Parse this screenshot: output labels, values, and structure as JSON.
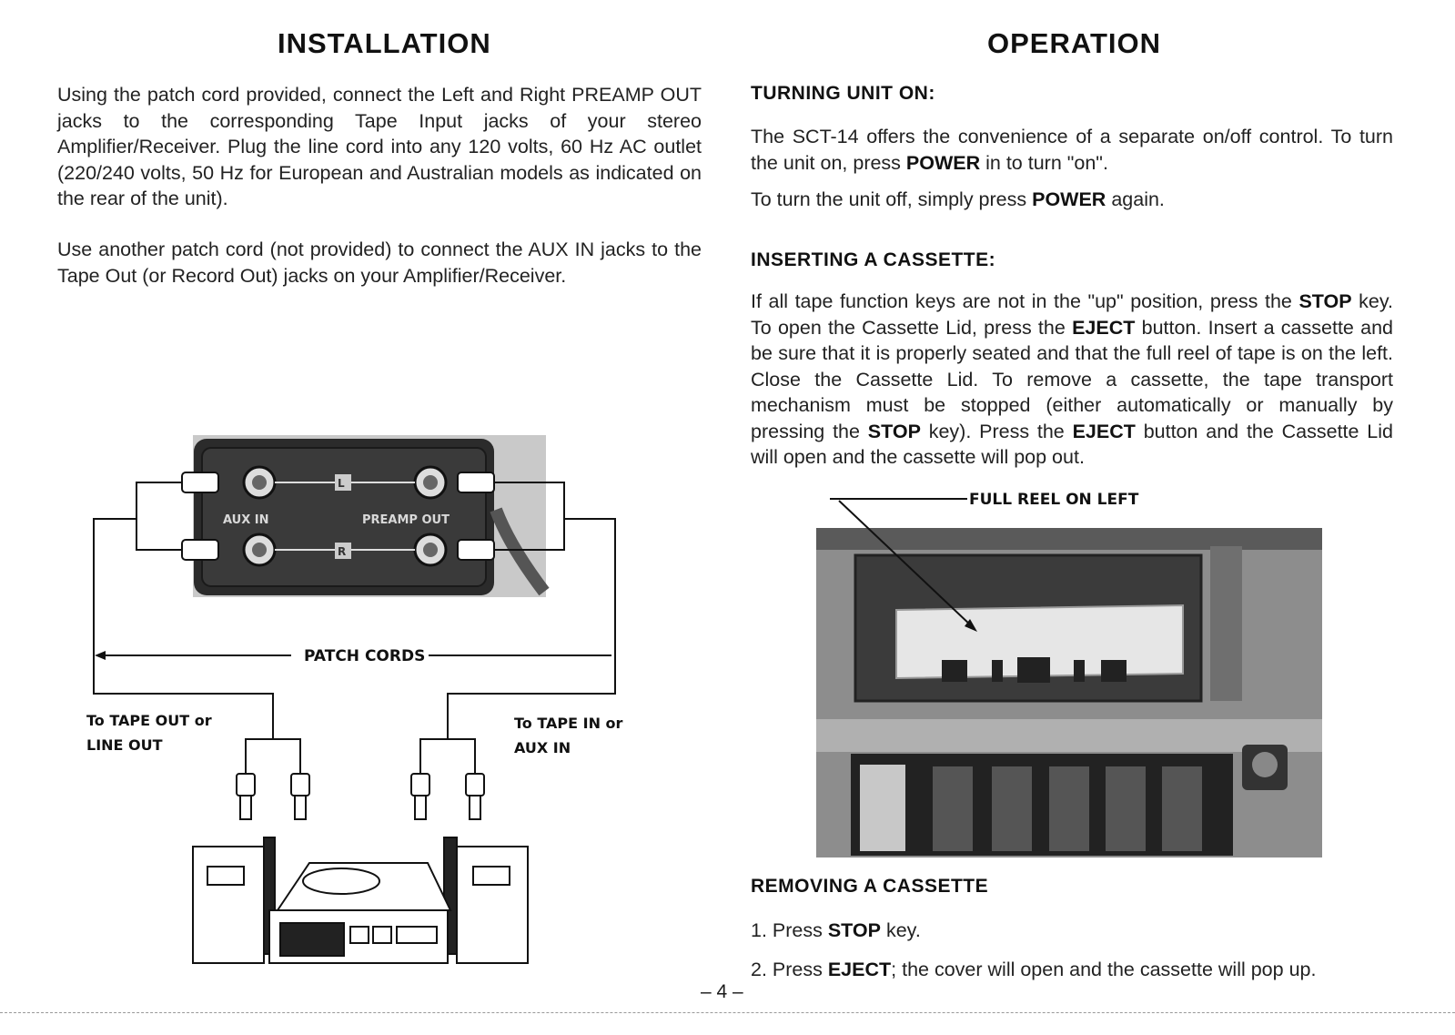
{
  "installation": {
    "title": "INSTALLATION",
    "para1": "Using the patch cord provided, connect the Left and Right PREAMP OUT jacks to the corresponding Tape Input jacks of your stereo Amplifier/Receiver. Plug the line cord into any 120 volts, 60 Hz AC outlet (220/240 volts, 50 Hz for European and Australian models as indicated on the rear of the unit).",
    "para2": "Use another patch cord (not provided) to connect the AUX IN jacks to the Tape Out (or Record Out) jacks on your Amplifier/Receiver.",
    "diagram": {
      "panel_left_label": "AUX IN",
      "panel_right_label": "PREAMP OUT",
      "channel_l": "L",
      "channel_r": "R",
      "patch_cords_label": "PATCH CORDS",
      "left_target_line1": "To TAPE OUT or",
      "left_target_line2": "LINE OUT",
      "right_target_line1": "To TAPE IN or",
      "right_target_line2": "AUX IN"
    }
  },
  "operation": {
    "title": "OPERATION",
    "turning_on": {
      "heading": "TURNING UNIT ON:",
      "p1_a": "The SCT-14 offers the convenience of a separate on/off control. To turn the unit on, press ",
      "p1_b": "POWER",
      "p1_c": " in to turn \"on\".",
      "p2_a": "To turn the unit off, simply press ",
      "p2_b": "POWER",
      "p2_c": " again."
    },
    "inserting": {
      "heading": "INSERTING A CASSETTE:",
      "t1": "If all tape function keys are not in the \"up\" position, press the ",
      "k1": "STOP",
      "t2": " key. To open the Cassette Lid, press the ",
      "k2": "EJECT",
      "t3": " button. Insert a cassette and be sure that it is properly seated and that the full reel of tape is on the left. Close the Cassette Lid. To remove a cassette, the tape transport mechanism must be stopped (either automatically or manually by pressing the ",
      "k3": "STOP",
      "t4": " key). Press the ",
      "k4": "EJECT",
      "t5": " button and the Cassette Lid will open and the cassette will pop out."
    },
    "photo_callout": "FULL REEL ON LEFT",
    "removing": {
      "heading": "REMOVING A CASSETTE",
      "s1_a": "1. Press ",
      "s1_b": "STOP",
      "s1_c": " key.",
      "s2_a": "2. Press ",
      "s2_b": "EJECT",
      "s2_c": "; the cover will open and the cassette will pop up."
    }
  },
  "page_number": "– 4 –"
}
